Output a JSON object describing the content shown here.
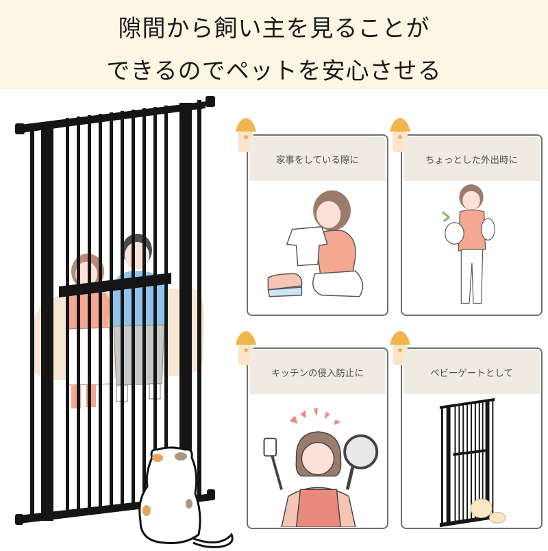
{
  "header": {
    "line1": "隙間から飼い主を見ることが",
    "line2": "できるのでペットを安心させる",
    "background": "#fdf6e3"
  },
  "hero": {
    "subject": "pet-gate-with-cat",
    "description_icons": [
      "gate-icon",
      "couple-on-sofa-illustration",
      "cat-illustration"
    ]
  },
  "cards": [
    {
      "label": "家事をしている際に",
      "illustration": "woman-folding-laundry-illustration"
    },
    {
      "label": "ちょっとした外出時に",
      "illustration": "woman-with-shopping-bags-illustration"
    },
    {
      "label": "キッチンの侵入防止に",
      "illustration": "woman-with-spatula-and-pan-illustration"
    },
    {
      "label": "ベビーゲートとして",
      "illustration": "baby-gate-with-baby-illustration"
    }
  ],
  "colors": {
    "card_border": "#6e6e6e",
    "card_caption_bg": "#efebe2",
    "pin": "#f0b64e",
    "gate": "#151515"
  }
}
